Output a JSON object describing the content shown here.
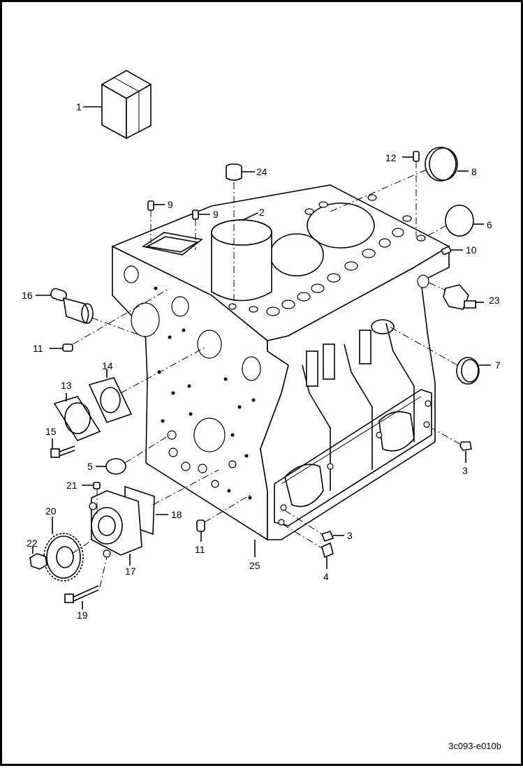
{
  "figure_id": "3c093-e010b",
  "callouts": [
    {
      "id": "c1",
      "text": "1"
    },
    {
      "id": "c2",
      "text": "2"
    },
    {
      "id": "c3a",
      "text": "3"
    },
    {
      "id": "c3b",
      "text": "3"
    },
    {
      "id": "c4",
      "text": "4"
    },
    {
      "id": "c5",
      "text": "5"
    },
    {
      "id": "c6",
      "text": "6"
    },
    {
      "id": "c7",
      "text": "7"
    },
    {
      "id": "c8",
      "text": "8"
    },
    {
      "id": "c9a",
      "text": "9"
    },
    {
      "id": "c9b",
      "text": "9"
    },
    {
      "id": "c10",
      "text": "10"
    },
    {
      "id": "c11a",
      "text": "11"
    },
    {
      "id": "c11b",
      "text": "11"
    },
    {
      "id": "c12",
      "text": "12"
    },
    {
      "id": "c13",
      "text": "13"
    },
    {
      "id": "c14",
      "text": "14"
    },
    {
      "id": "c15",
      "text": "15"
    },
    {
      "id": "c16",
      "text": "16"
    },
    {
      "id": "c17",
      "text": "17"
    },
    {
      "id": "c18",
      "text": "18"
    },
    {
      "id": "c19",
      "text": "19"
    },
    {
      "id": "c20",
      "text": "20"
    },
    {
      "id": "c21",
      "text": "21"
    },
    {
      "id": "c22",
      "text": "22"
    },
    {
      "id": "c23",
      "text": "23"
    },
    {
      "id": "c24",
      "text": "24"
    },
    {
      "id": "c25",
      "text": "25"
    }
  ]
}
